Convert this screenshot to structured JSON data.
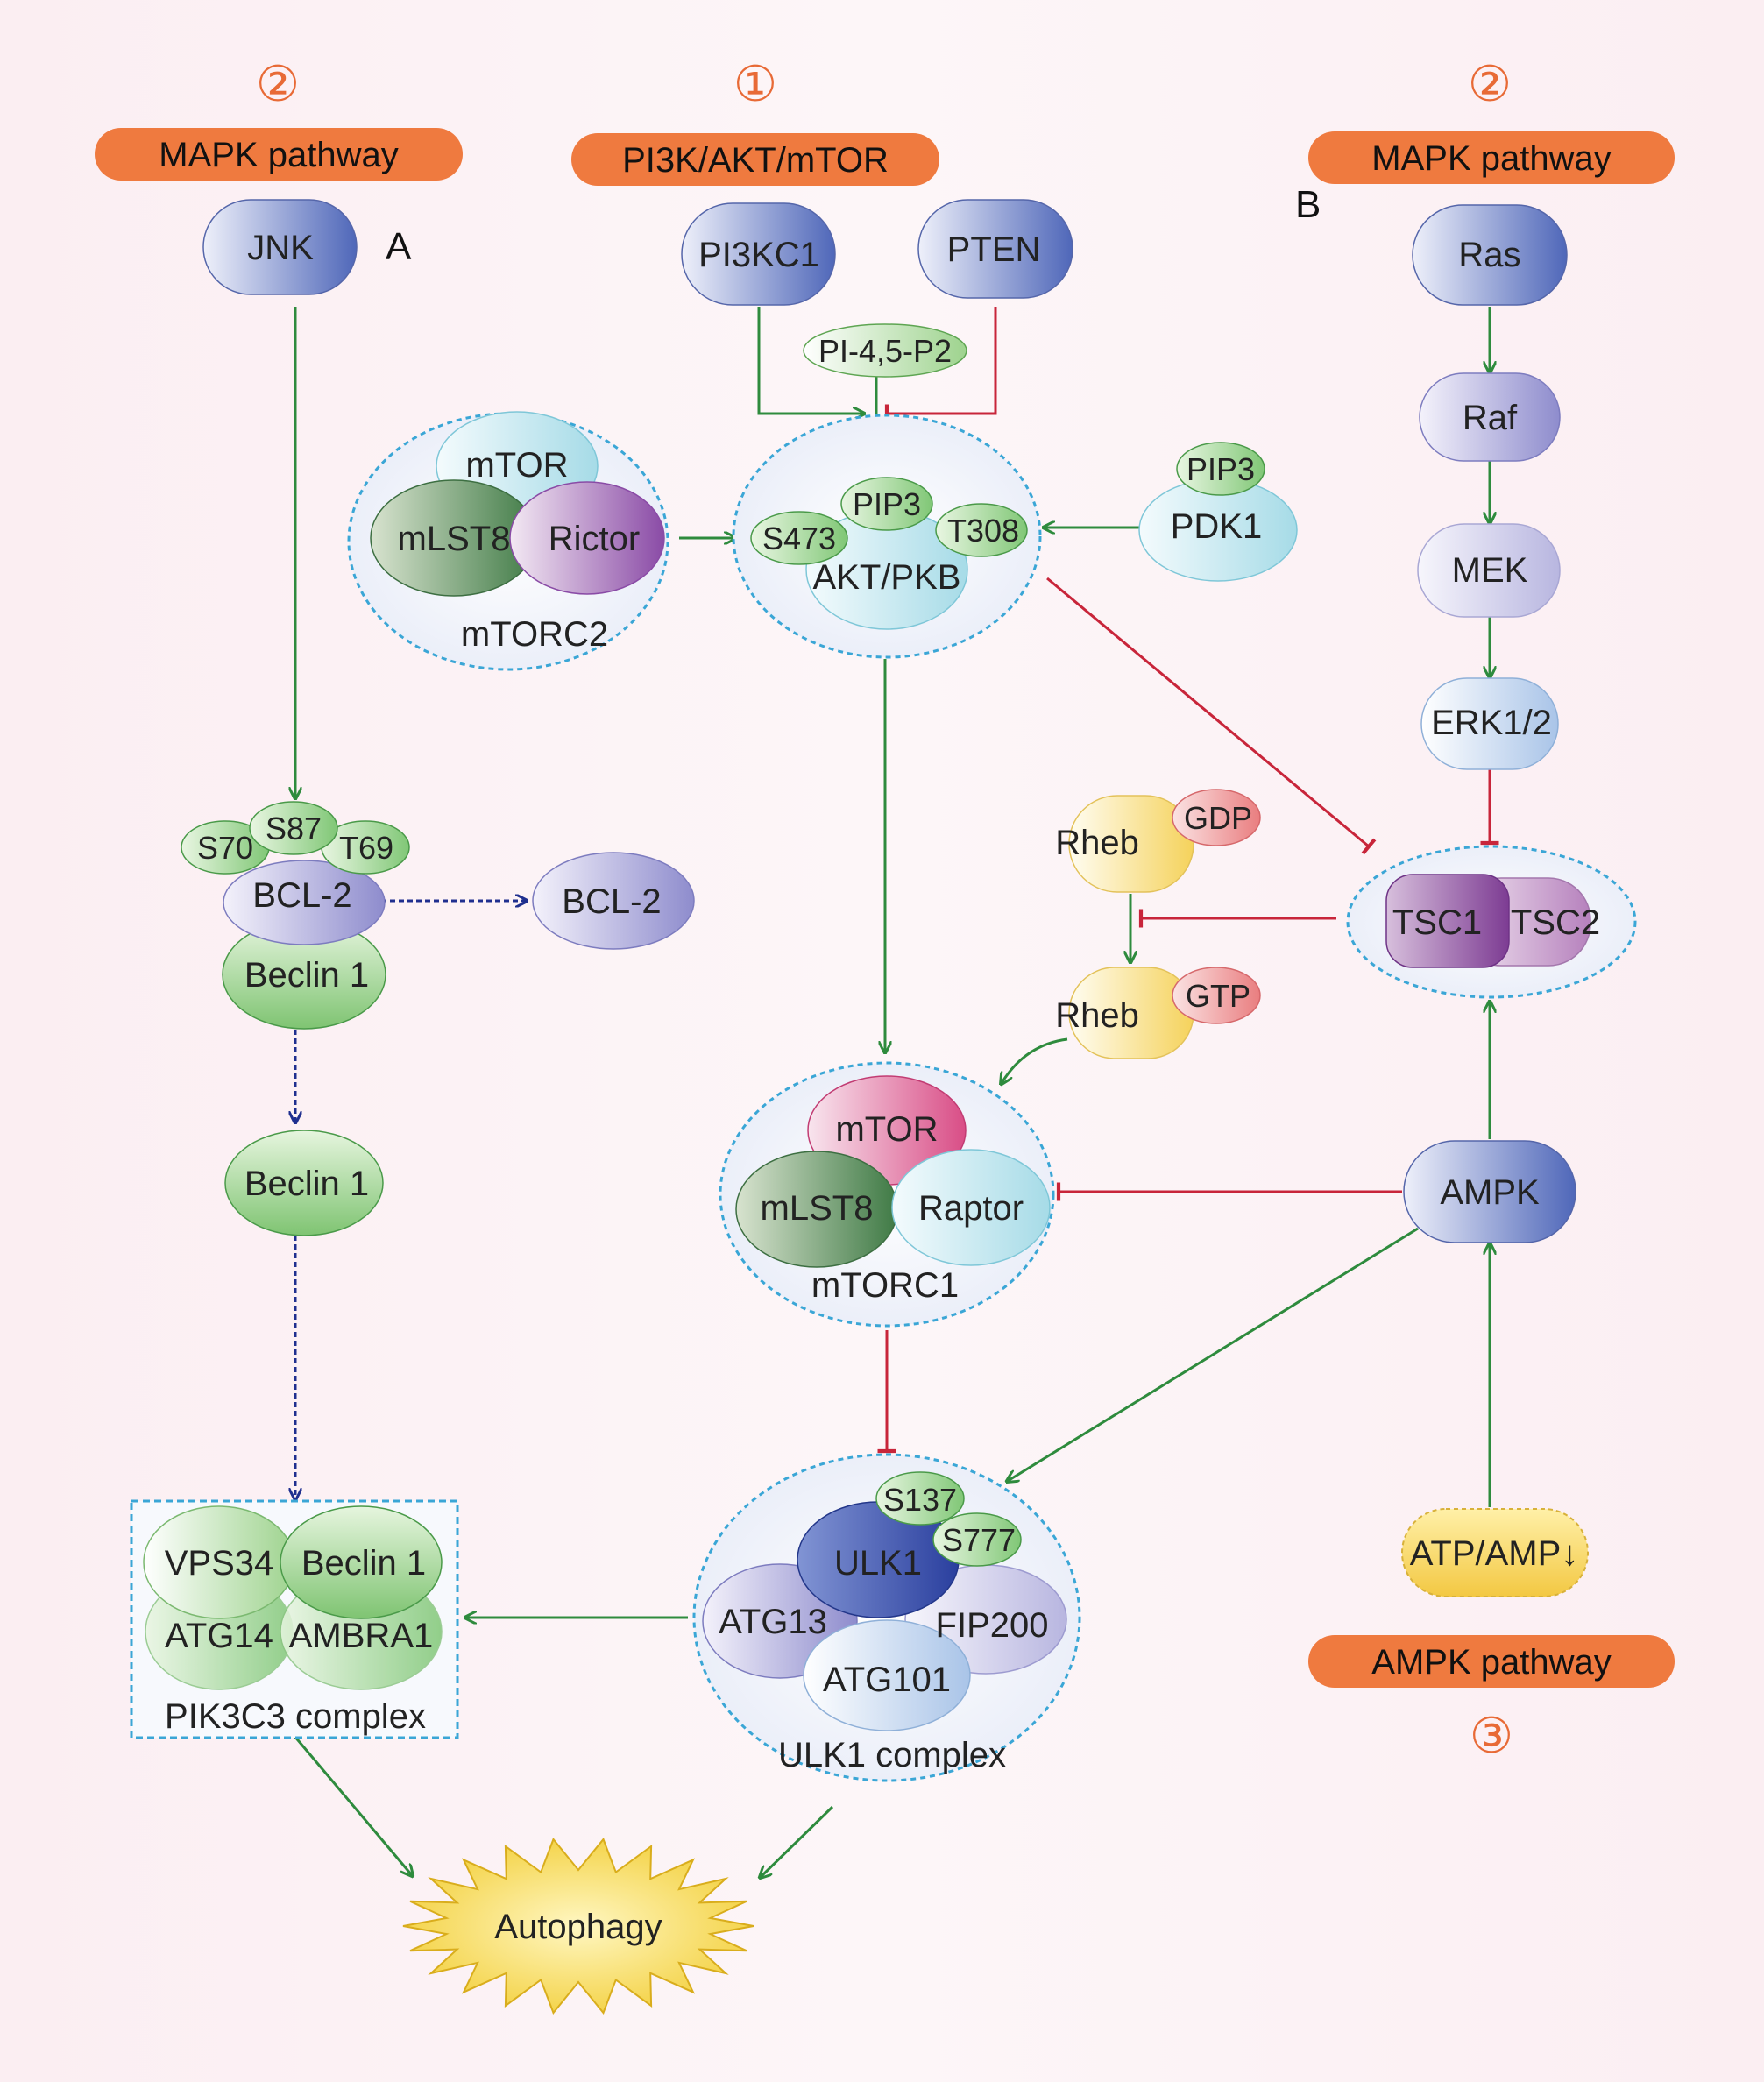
{
  "pathways": {
    "left_number": "②",
    "left_label": "MAPK pathway",
    "center_number": "①",
    "center_label": "PI3K/AKT/mTOR",
    "right_number": "②",
    "right_label": "MAPK pathway",
    "bottom_number": "③",
    "bottom_label": "AMPK pathway"
  },
  "panel_labels": {
    "a": "A",
    "b": "B"
  },
  "left": {
    "jnk": "JNK",
    "s70": "S70",
    "s87": "S87",
    "t69": "T69",
    "bcl2": "BCL-2",
    "beclin1": "Beclin 1",
    "bcl2_free": "BCL-2",
    "beclin1_free": "Beclin 1"
  },
  "pik3c3": {
    "vps34": "VPS34",
    "beclin1": "Beclin 1",
    "atg14": "ATG14",
    "ambra1": "AMBRA1",
    "title": "PIK3C3 complex"
  },
  "center": {
    "pi3kc1": "PI3KC1",
    "pten": "PTEN",
    "pip2": "PI-4,5-P2",
    "mtorc2": {
      "mtor": "mTOR",
      "mlst8": "mLST8",
      "rictor": "Rictor",
      "title": "mTORC2"
    },
    "akt": {
      "pip3": "PIP3",
      "s473": "S473",
      "t308": "T308",
      "name": "AKT/PKB"
    },
    "pdk1": {
      "pip3": "PIP3",
      "name": "PDK1"
    },
    "rheb_gdp": {
      "rheb": "Rheb",
      "gdp": "GDP"
    },
    "rheb_gtp": {
      "rheb": "Rheb",
      "gtp": "GTP"
    },
    "tsc": {
      "tsc1": "TSC1",
      "tsc2": "TSC2"
    },
    "mtorc1": {
      "mtor": "mTOR",
      "mlst8": "mLST8",
      "raptor": "Raptor",
      "title": "mTORC1"
    },
    "ulk1c": {
      "s137": "S137",
      "s777": "S777",
      "ulk1": "ULK1",
      "atg13": "ATG13",
      "fip200": "FIP200",
      "atg101": "ATG101",
      "title": "ULK1 complex"
    },
    "autophagy": "Autophagy"
  },
  "right": {
    "ras": "Ras",
    "raf": "Raf",
    "mek": "MEK",
    "erk": "ERK1/2",
    "ampk": "AMPK",
    "atp": "ATP/AMP↓"
  },
  "colors": {
    "activation": "#2e8b3d",
    "inhibition": "#c8253a",
    "translocation": "#1f2f8f",
    "pathway_banner": "#ef7a3f",
    "complex_border": "#3aa6d6"
  }
}
